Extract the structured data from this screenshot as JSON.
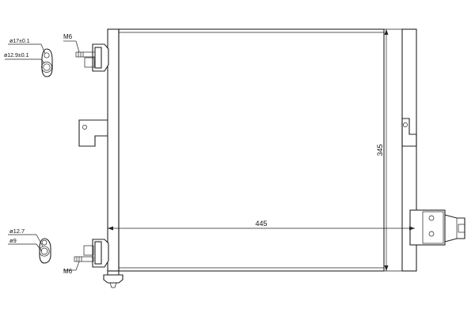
{
  "drawing": {
    "part": "radiator-condenser",
    "dimensions": {
      "width": "445",
      "height": "345"
    },
    "callouts": {
      "top_thread": "M6",
      "bottom_thread": "M6",
      "top_outer_diameter": "ø17±0.1",
      "top_inner_diameter": "ø12.9±0.1",
      "bottom_outer_diameter": "ø12.7",
      "bottom_inner_diameter": "ø9"
    }
  }
}
